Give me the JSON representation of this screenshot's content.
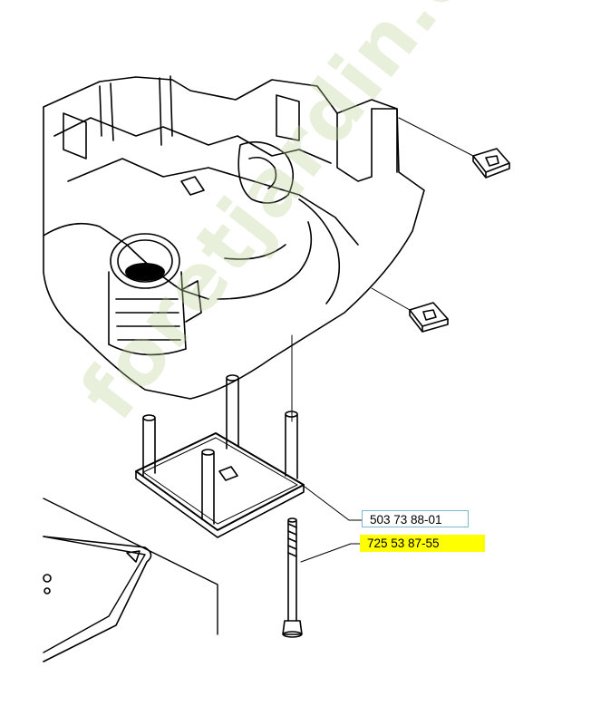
{
  "parts": [
    {
      "ref": "503 73 88-01",
      "highlight": false
    },
    {
      "ref": "725 53 87-55",
      "highlight": true
    }
  ],
  "watermark": "foretjardin.com",
  "colors": {
    "line": "#000000",
    "highlight": "#ffff00",
    "label_border": "#7fb8c8",
    "watermark": "#bed296"
  }
}
